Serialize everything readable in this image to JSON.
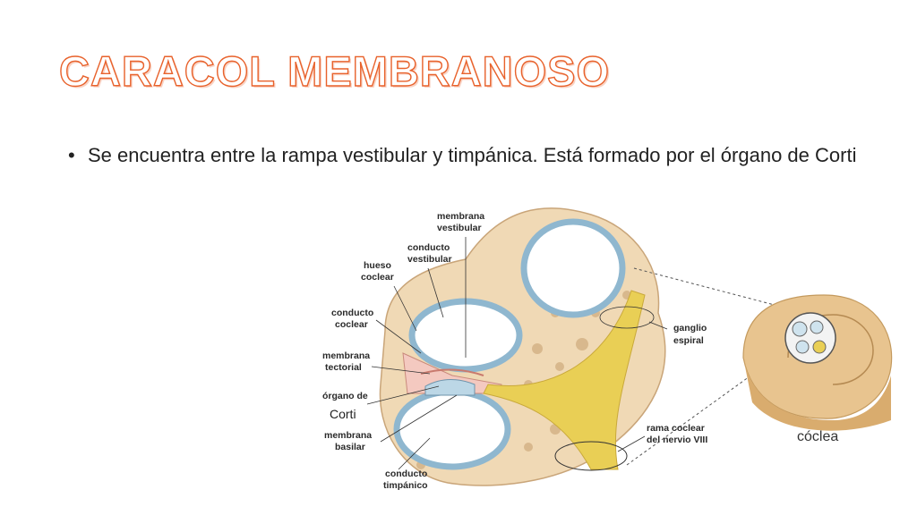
{
  "slide": {
    "title": "CARACOL MEMBRANOSO",
    "bullet": "Se encuentra entre la rampa vestibular y timpánica. Está formado por el órgano de Corti"
  },
  "figure": {
    "labels": {
      "membrana_vestibular_1": "membrana",
      "membrana_vestibular_2": "vestibular",
      "conducto_vestibular_1": "conducto",
      "conducto_vestibular_2": "vestibular",
      "hueso_coclear_1": "hueso",
      "hueso_coclear_2": "coclear",
      "conducto_coclear_1": "conducto",
      "conducto_coclear_2": "coclear",
      "membrana_tectorial_1": "membrana",
      "membrana_tectorial_2": "tectorial",
      "organo_corti_1": "órgano de",
      "organo_corti_2": "Corti",
      "membrana_basilar_1": "membrana",
      "membrana_basilar_2": "basilar",
      "conducto_timpanico_1": "conducto",
      "conducto_timpanico_2": "timpánico",
      "ganglio_espiral_1": "ganglio",
      "ganglio_espiral_2": "espiral",
      "rama_coclear_1": "rama coclear",
      "rama_coclear_2": "del nervio VIII",
      "coclea": "cóclea"
    },
    "colors": {
      "title_outline": "#e8622c",
      "bone": "#f0d9b5",
      "duct": "#cfe3ee",
      "nerve": "#e9cf55"
    }
  }
}
